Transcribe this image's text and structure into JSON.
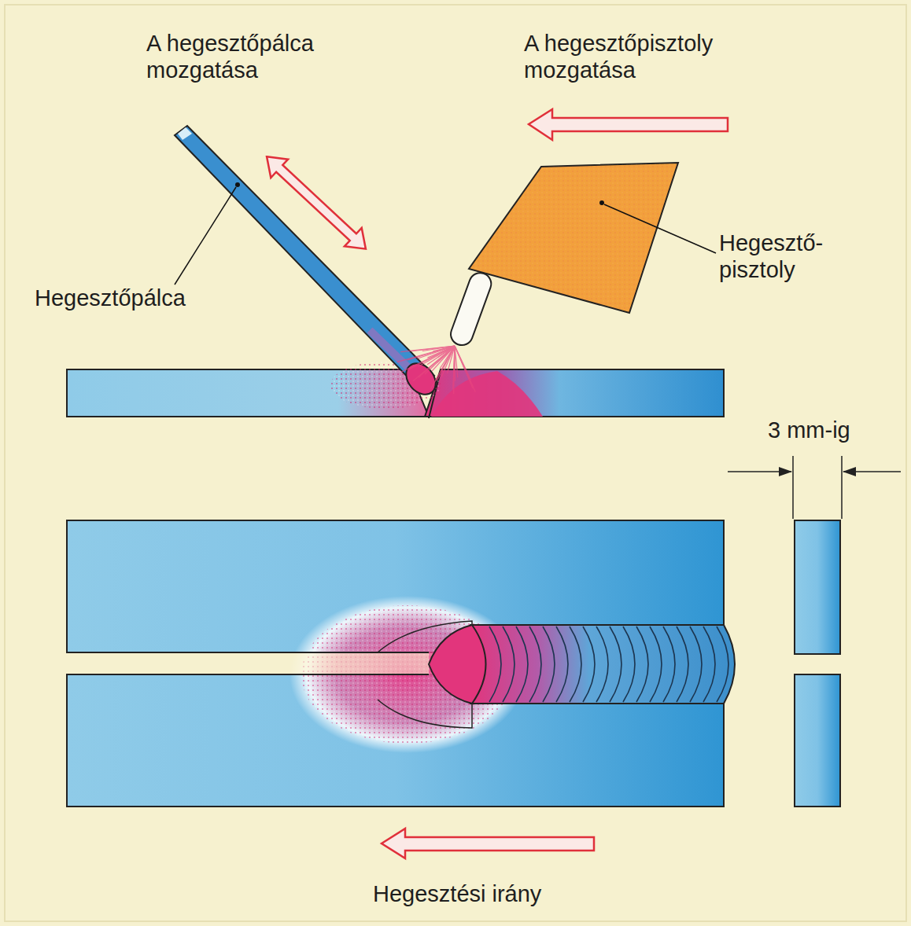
{
  "diagram": {
    "labels": [
      "A hegesztőpálca mozgatása",
      "A hegesztőpisztoly mozgatása",
      "Hegesztőpálca",
      "Hegesztő- pisztoly",
      "3 mm-ig",
      "Hegesztési irány"
    ]
  }
}
